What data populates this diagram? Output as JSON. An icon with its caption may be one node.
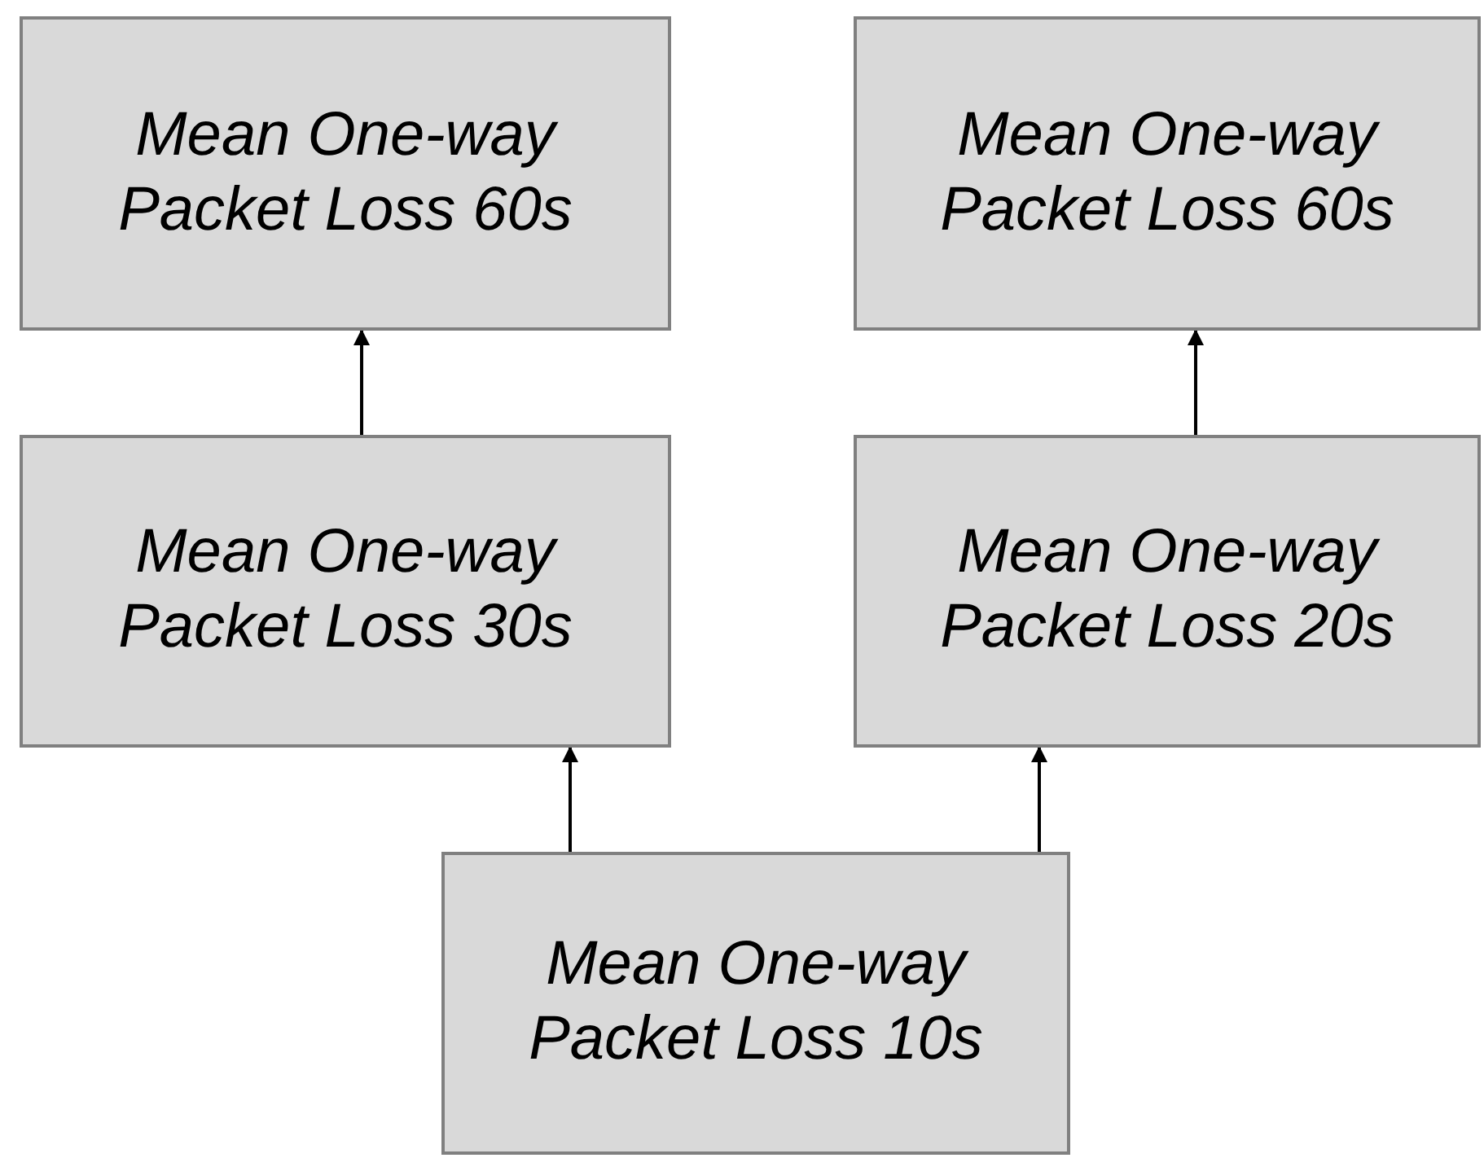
{
  "diagram": {
    "nodes": [
      {
        "text": [
          "Mean One-way Packet Loss 60s"
        ]
      },
      {
        "text": [
          "Mean One-way Packet Loss 60s"
        ]
      },
      {
        "text": [
          "Mean One-way Packet Loss 30s"
        ]
      },
      {
        "text": [
          "Mean One-way Packet Loss 20s"
        ]
      },
      {
        "text": [
          "Mean One-way Packet Loss 10s"
        ]
      }
    ],
    "edges": [
      {
        "from": 2,
        "to": 0,
        "arrow": "to"
      },
      {
        "from": 3,
        "to": 1,
        "arrow": "to"
      },
      {
        "from": 4,
        "to": 2,
        "arrow": "to"
      },
      {
        "from": 4,
        "to": 3,
        "arrow": "to"
      }
    ]
  }
}
